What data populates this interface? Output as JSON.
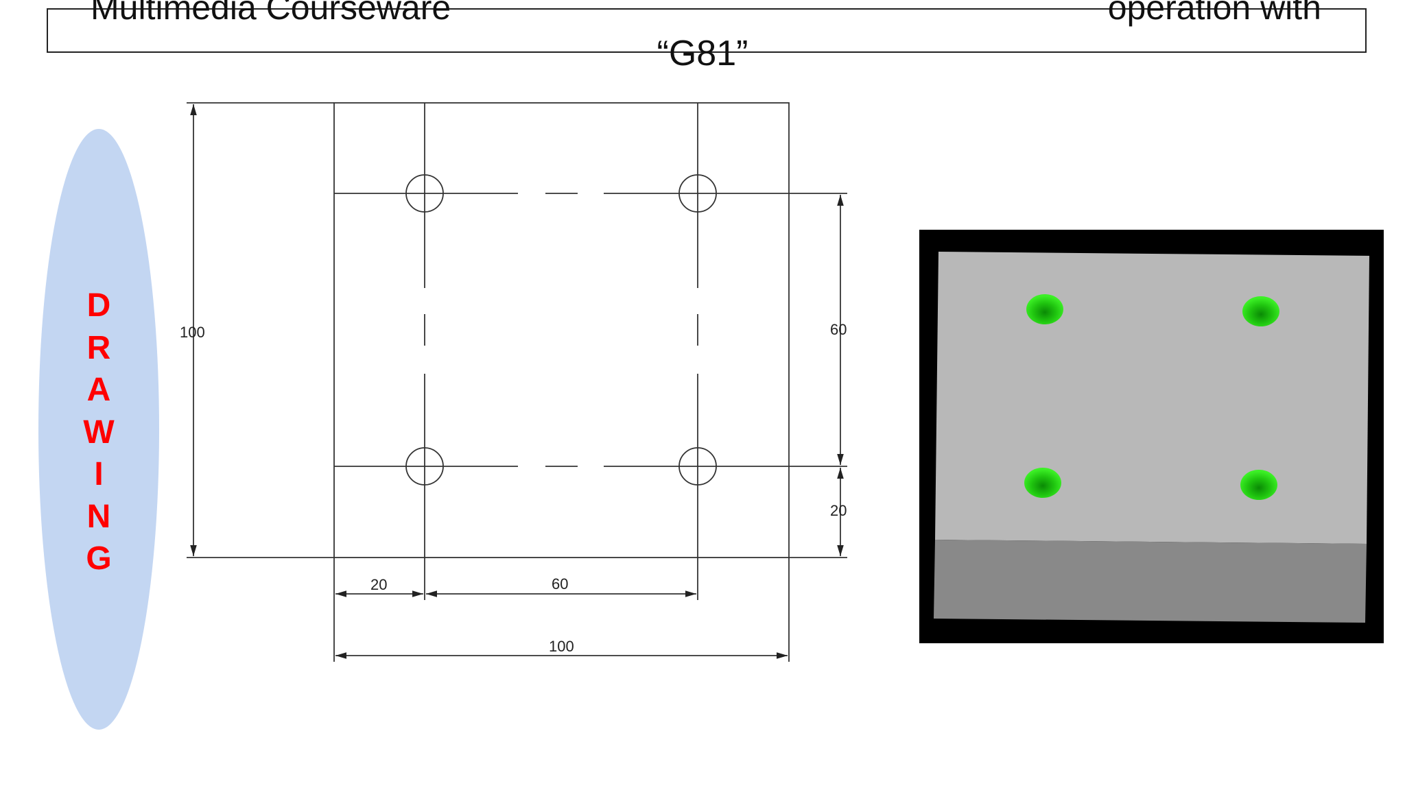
{
  "header": {
    "left": "Multimedia Courseware",
    "right": "operation with",
    "code": "“G81”"
  },
  "side_label": {
    "text": "DRAWING",
    "letters": [
      "D",
      "R",
      "A",
      "W",
      "I",
      "N",
      "G"
    ],
    "color": "#ff0000",
    "ellipse_color": "#c3d6f2"
  },
  "drawing": {
    "dimensions": {
      "overall_height": "100",
      "hole_spacing_y": "60",
      "edge_offset_y": "20",
      "edge_offset_x": "20",
      "hole_spacing_x": "60",
      "overall_width": "100"
    }
  },
  "render": {
    "frame_color": "#000000",
    "top_face_color": "#b8b8b8",
    "front_face_color": "#898989",
    "hole_color": "#22dd11"
  }
}
